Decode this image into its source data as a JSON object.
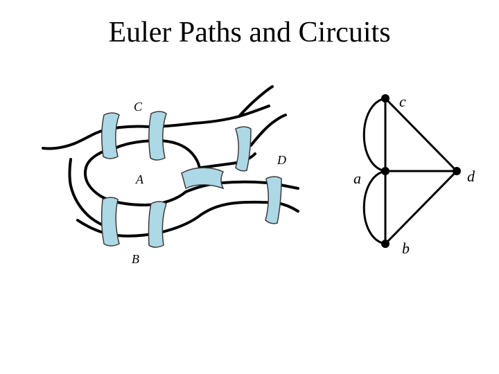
{
  "slide": {
    "title": "Euler Paths and Circuits"
  },
  "map": {
    "regions": [
      {
        "id": "C",
        "label": "C"
      },
      {
        "id": "A",
        "label": "A"
      },
      {
        "id": "B",
        "label": "B"
      },
      {
        "id": "D",
        "label": "D"
      }
    ],
    "bridge_count": 7
  },
  "graph": {
    "nodes": [
      {
        "id": "c",
        "label": "c"
      },
      {
        "id": "a",
        "label": "a"
      },
      {
        "id": "d",
        "label": "d"
      },
      {
        "id": "b",
        "label": "b"
      }
    ],
    "edges": [
      {
        "from": "c",
        "to": "a",
        "kind": "curved"
      },
      {
        "from": "c",
        "to": "a",
        "kind": "straight"
      },
      {
        "from": "c",
        "to": "d",
        "kind": "straight"
      },
      {
        "from": "a",
        "to": "d",
        "kind": "straight"
      },
      {
        "from": "a",
        "to": "b",
        "kind": "curved"
      },
      {
        "from": "a",
        "to": "b",
        "kind": "straight"
      },
      {
        "from": "b",
        "to": "d",
        "kind": "straight"
      }
    ]
  }
}
